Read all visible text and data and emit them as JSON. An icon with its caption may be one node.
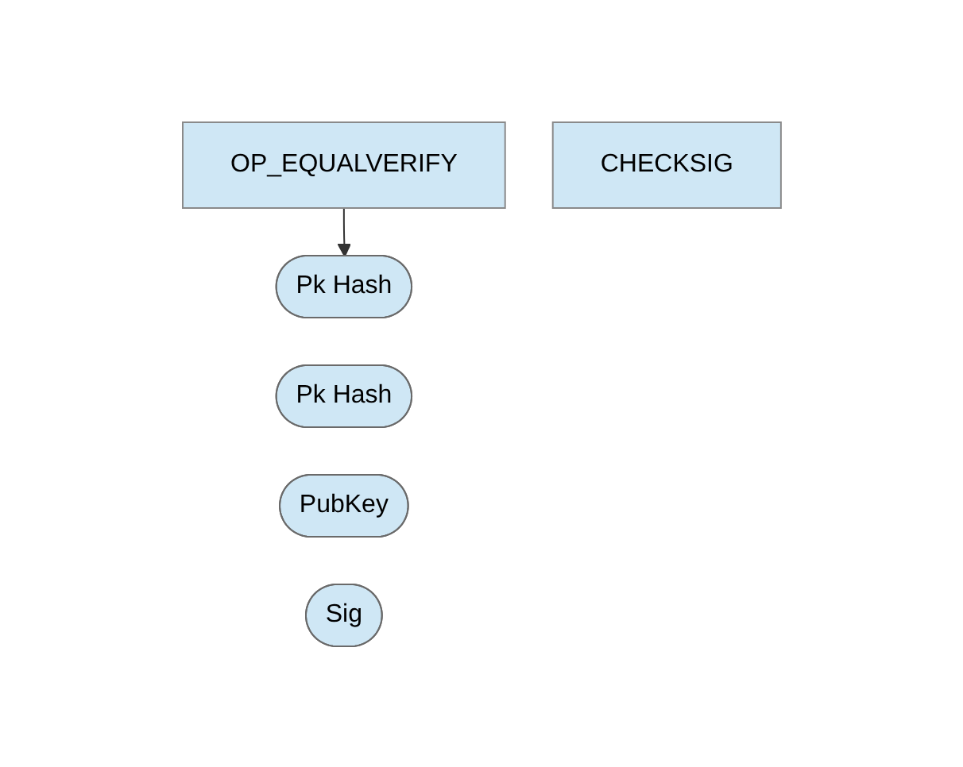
{
  "diagram": {
    "nodes": [
      {
        "text": [
          "OP_EQUALVERIFY"
        ]
      },
      {
        "text": [
          "CHECKSIG"
        ]
      },
      {
        "text": [
          "Pk Hash"
        ]
      },
      {
        "text": [
          "Pk Hash"
        ]
      },
      {
        "text": [
          "PubKey"
        ]
      },
      {
        "text": [
          "Sig"
        ]
      }
    ],
    "edges": [
      {
        "from": 0,
        "to": 2,
        "arrow": "to"
      }
    ]
  }
}
